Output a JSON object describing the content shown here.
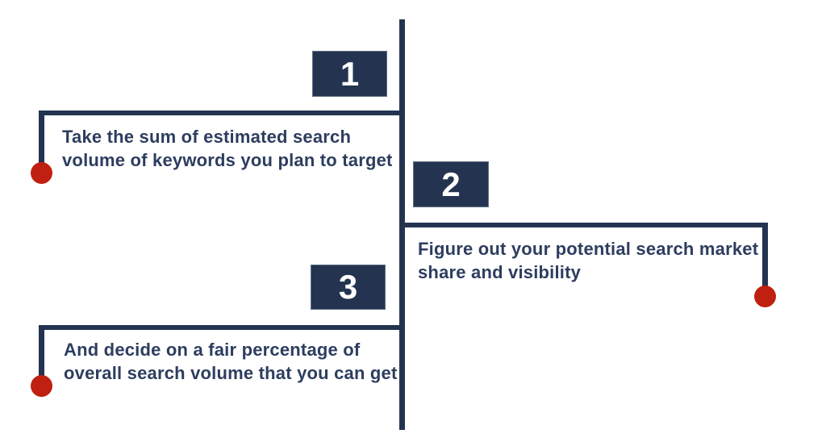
{
  "diagram": {
    "type": "process-timeline",
    "background": "#ffffff",
    "colors": {
      "navy": "#243450",
      "text": "#2e3d5f",
      "marker_red": "#c0200f",
      "number_text": "#ffffff"
    },
    "steps": [
      {
        "number": "1",
        "side": "left",
        "lines": [
          "Take the sum of estimated search",
          "volume of keywords you plan to target"
        ]
      },
      {
        "number": "2",
        "side": "right",
        "lines": [
          "Figure out your potential search market",
          "share and visibility"
        ]
      },
      {
        "number": "3",
        "side": "left",
        "lines": [
          "And decide on a fair percentage of",
          "overall search volume that you can get"
        ]
      }
    ]
  }
}
